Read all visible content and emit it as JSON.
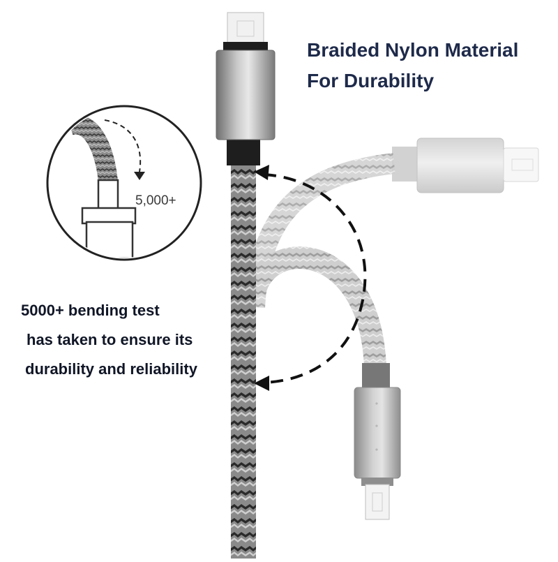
{
  "headline": {
    "line1": "Braided Nylon Material",
    "line2": "For Durability"
  },
  "inset": {
    "bend_count_label": "5,000+"
  },
  "caption": {
    "line1": "5000+ bending test",
    "line2": "has taken to ensure its",
    "line3": "durability and reliability"
  },
  "colors": {
    "headline": "#1e2a4a",
    "caption": "#101626",
    "metal_connector": "#9a9a9a",
    "braid_dark": "#4a4a4a",
    "braid_light": "#bdbdbd",
    "arrow": "#111111"
  },
  "icons": {
    "inset_circle": "bend-test-diagram-icon",
    "arrow": "bend-direction-arrow-icon"
  }
}
